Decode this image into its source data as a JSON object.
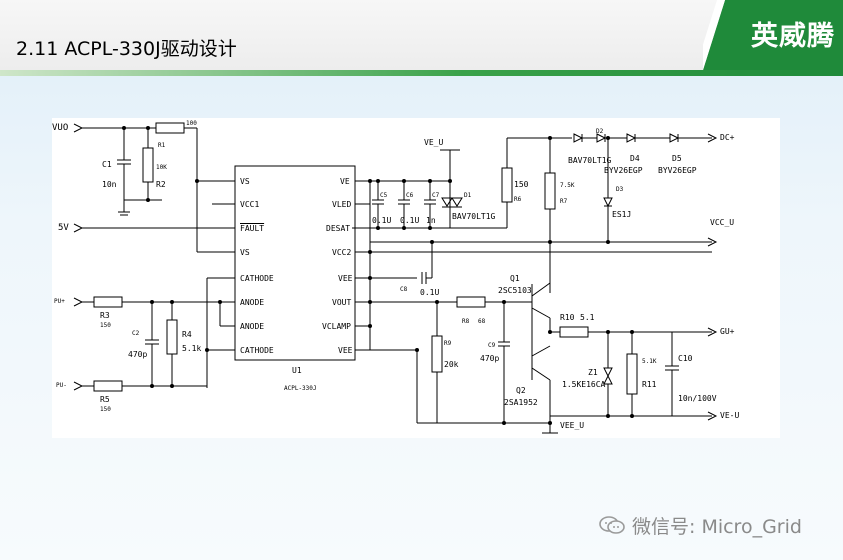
{
  "header": {
    "title": "2.11 ACPL-330J驱动设计",
    "logo_text": "英威腾"
  },
  "colors": {
    "brand_green": "#1f8a3a",
    "header_bg": "#f2f2f2",
    "canvas_bg": "#e8f3fa"
  },
  "watermark": {
    "text": "微信号: Micro_Grid",
    "icon": "wechat-icon"
  },
  "schematic": {
    "ic": {
      "name": "U1",
      "part": "ACPL-330J",
      "left_pins": [
        "VS",
        "VCC1",
        "FAULT",
        "VS",
        "CATHODE",
        "ANODE",
        "ANODE",
        "CATHODE"
      ],
      "right_pins": [
        "VE",
        "VLED",
        "DESAT",
        "VCC2",
        "VEE",
        "VOUT",
        "VCLAMP",
        "VEE"
      ]
    },
    "ports": {
      "vuo": "VUO",
      "v5": "5V",
      "pu_plus": "PU+",
      "pu_minus": "PU-",
      "ve_u": "VE_U",
      "dc_plus": "DC+",
      "vcc_u": "VCC_U",
      "gu_plus": "GU+",
      "ve_u2": "VE-U",
      "vee_u": "VEE_U"
    },
    "parts": {
      "c1": "C1",
      "c1v": "10n",
      "r1": "R1",
      "r1v": "100",
      "r2": "R2",
      "r2v": "10K",
      "r3": "R3",
      "r3v": "150",
      "r5": "R5",
      "r5v": "150",
      "c2": "C2",
      "c2v": "470p",
      "r4": "R4",
      "r4v": "5.1k",
      "c5": "C5",
      "c5v": "0.1U",
      "c6": "C6",
      "c6v": "0.1U",
      "c7": "C7",
      "c7v": "1n",
      "d1": "D1",
      "d1v": "BAV70LT1G",
      "d2": "D2",
      "d2v": "BAV70LT1G",
      "d3": "D3",
      "d3v": "ES1J",
      "d4": "D4",
      "d4v": "BYV26EGP",
      "d5": "D5",
      "d5v": "BYV26EGP",
      "r6": "R6",
      "r6v": "150",
      "r7": "R7",
      "r7v": "7.5K",
      "c8": "C8",
      "c8v": "0.1U",
      "r8": "R8",
      "r8v": "68",
      "r9": "R9",
      "r9v": "20k",
      "c9": "C9",
      "c9v": "470p",
      "q1": "Q1",
      "q1v": "2SC5103",
      "q2": "Q2",
      "q2v": "2SA1952",
      "r10": "R10",
      "r10v": "5.1",
      "z1": "Z1",
      "z1v": "1.5KE16CA",
      "r11": "R11",
      "r11v": "5.1K",
      "c10": "C10",
      "c10v": "10n/100V"
    }
  }
}
